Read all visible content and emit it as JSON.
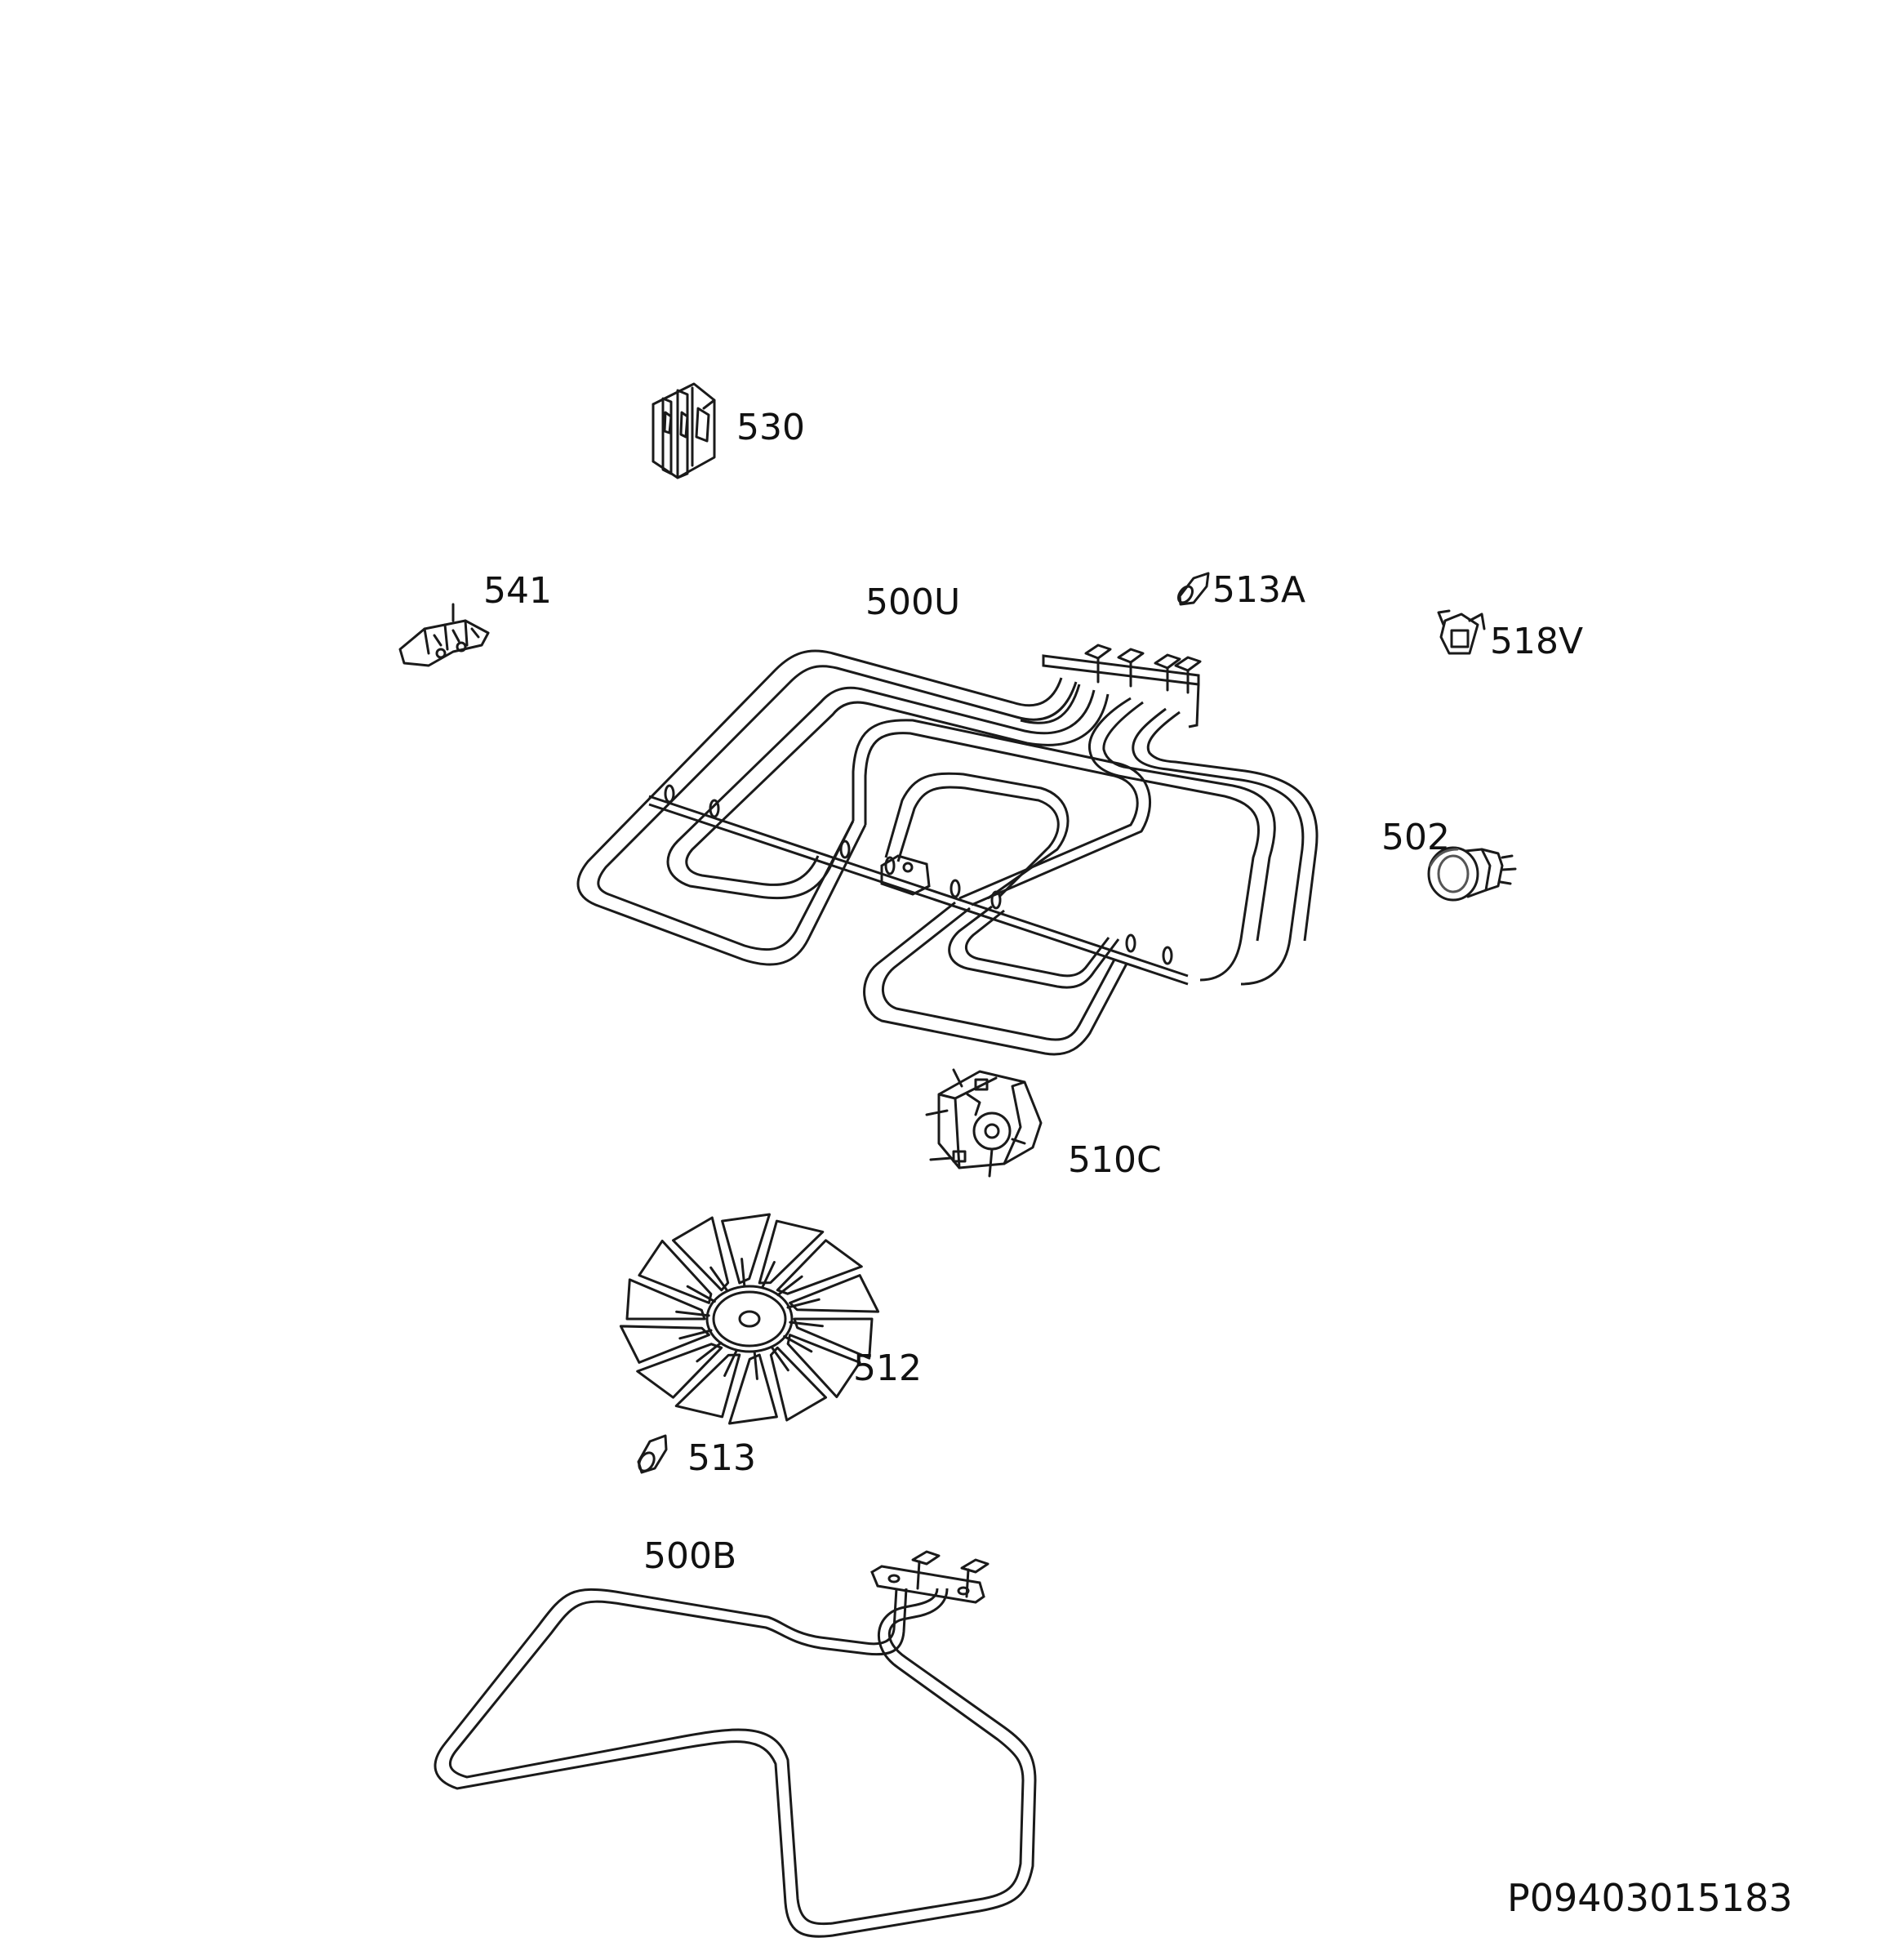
{
  "parts": [
    {
      "id": "530",
      "label": "530"
    },
    {
      "id": "541",
      "label": "541"
    },
    {
      "id": "500U",
      "label": "500U"
    },
    {
      "id": "513A",
      "label": "513A"
    },
    {
      "id": "518V",
      "label": "518V"
    },
    {
      "id": "502",
      "label": "502"
    },
    {
      "id": "510C",
      "label": "510C"
    },
    {
      "id": "512",
      "label": "512"
    },
    {
      "id": "513",
      "label": "513"
    },
    {
      "id": "500B",
      "label": "500B"
    }
  ],
  "drawing_code": "P09403015183"
}
